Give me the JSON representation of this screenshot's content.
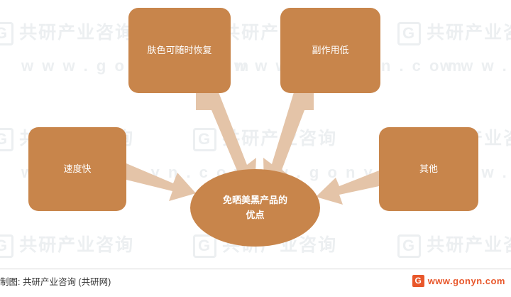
{
  "diagram": {
    "type": "hub-and-spoke",
    "center": {
      "label_line1": "免晒美黑产品的",
      "label_line2": "优点"
    },
    "nodes": [
      {
        "id": "node-skin-recovery",
        "label": "肤色可随时恢复"
      },
      {
        "id": "node-low-side-effect",
        "label": "副作用低"
      },
      {
        "id": "node-fast-speed",
        "label": "速度快"
      },
      {
        "id": "node-other",
        "label": "其他"
      }
    ],
    "colors": {
      "node_fill": "#c8854b",
      "arrow_fill": "#e4c4a8",
      "center_fill": "#c8854b",
      "text": "#ffffff"
    }
  },
  "footer": {
    "credit": "制图: 共研产业咨询 (共研网)",
    "logo_mark": "G",
    "logo_text": "www.gonyn.com"
  },
  "watermarks": {
    "brand": "共研产业咨询",
    "brand_mark": "G",
    "url": "w w w . g o n y n . c o m"
  }
}
